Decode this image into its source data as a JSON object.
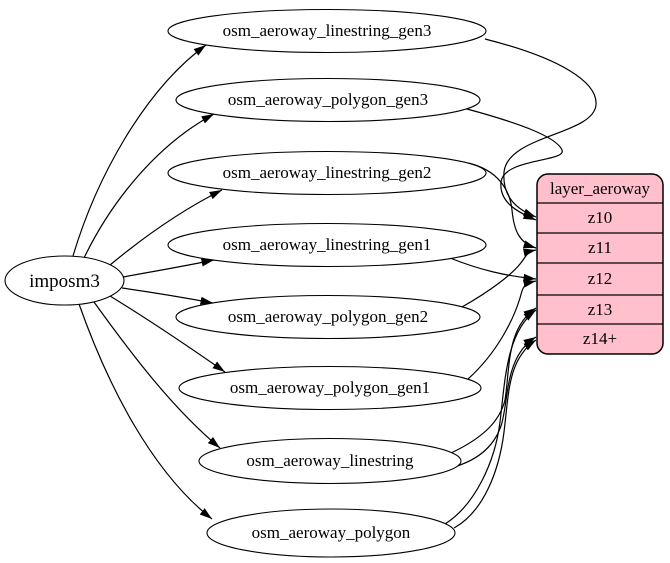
{
  "source_node": {
    "label": "imposm3"
  },
  "tables": [
    {
      "label": "osm_aeroway_linestring_gen3"
    },
    {
      "label": "osm_aeroway_polygon_gen3"
    },
    {
      "label": "osm_aeroway_linestring_gen2"
    },
    {
      "label": "osm_aeroway_linestring_gen1"
    },
    {
      "label": "osm_aeroway_polygon_gen2"
    },
    {
      "label": "osm_aeroway_polygon_gen1"
    },
    {
      "label": "osm_aeroway_linestring"
    },
    {
      "label": "osm_aeroway_polygon"
    }
  ],
  "layer": {
    "title": "layer_aeroway",
    "rows": [
      {
        "label": "z10"
      },
      {
        "label": "z11"
      },
      {
        "label": "z12"
      },
      {
        "label": "z13"
      },
      {
        "label": "z14+"
      }
    ]
  },
  "edges": {
    "from_source": [
      {
        "from": "imposm3",
        "to": "osm_aeroway_linestring_gen3"
      },
      {
        "from": "imposm3",
        "to": "osm_aeroway_polygon_gen3"
      },
      {
        "from": "imposm3",
        "to": "osm_aeroway_linestring_gen2"
      },
      {
        "from": "imposm3",
        "to": "osm_aeroway_linestring_gen1"
      },
      {
        "from": "imposm3",
        "to": "osm_aeroway_polygon_gen2"
      },
      {
        "from": "imposm3",
        "to": "osm_aeroway_polygon_gen1"
      },
      {
        "from": "imposm3",
        "to": "osm_aeroway_linestring"
      },
      {
        "from": "imposm3",
        "to": "osm_aeroway_polygon"
      }
    ],
    "to_layer": [
      {
        "from": "osm_aeroway_linestring_gen3",
        "to": "z10"
      },
      {
        "from": "osm_aeroway_polygon_gen3",
        "to": "z10"
      },
      {
        "from": "osm_aeroway_linestring_gen2",
        "to": "z11"
      },
      {
        "from": "osm_aeroway_polygon_gen2",
        "to": "z11"
      },
      {
        "from": "osm_aeroway_linestring_gen1",
        "to": "z12"
      },
      {
        "from": "osm_aeroway_polygon_gen1",
        "to": "z12"
      },
      {
        "from": "osm_aeroway_linestring",
        "to": "z13"
      },
      {
        "from": "osm_aeroway_polygon",
        "to": "z13"
      },
      {
        "from": "osm_aeroway_linestring",
        "to": "z14+"
      },
      {
        "from": "osm_aeroway_polygon",
        "to": "z14+"
      }
    ]
  },
  "colors": {
    "layer_fill": "#ffc0cb",
    "table_fill": "#ffffff",
    "stroke": "#000000",
    "background": "#ffffff"
  }
}
